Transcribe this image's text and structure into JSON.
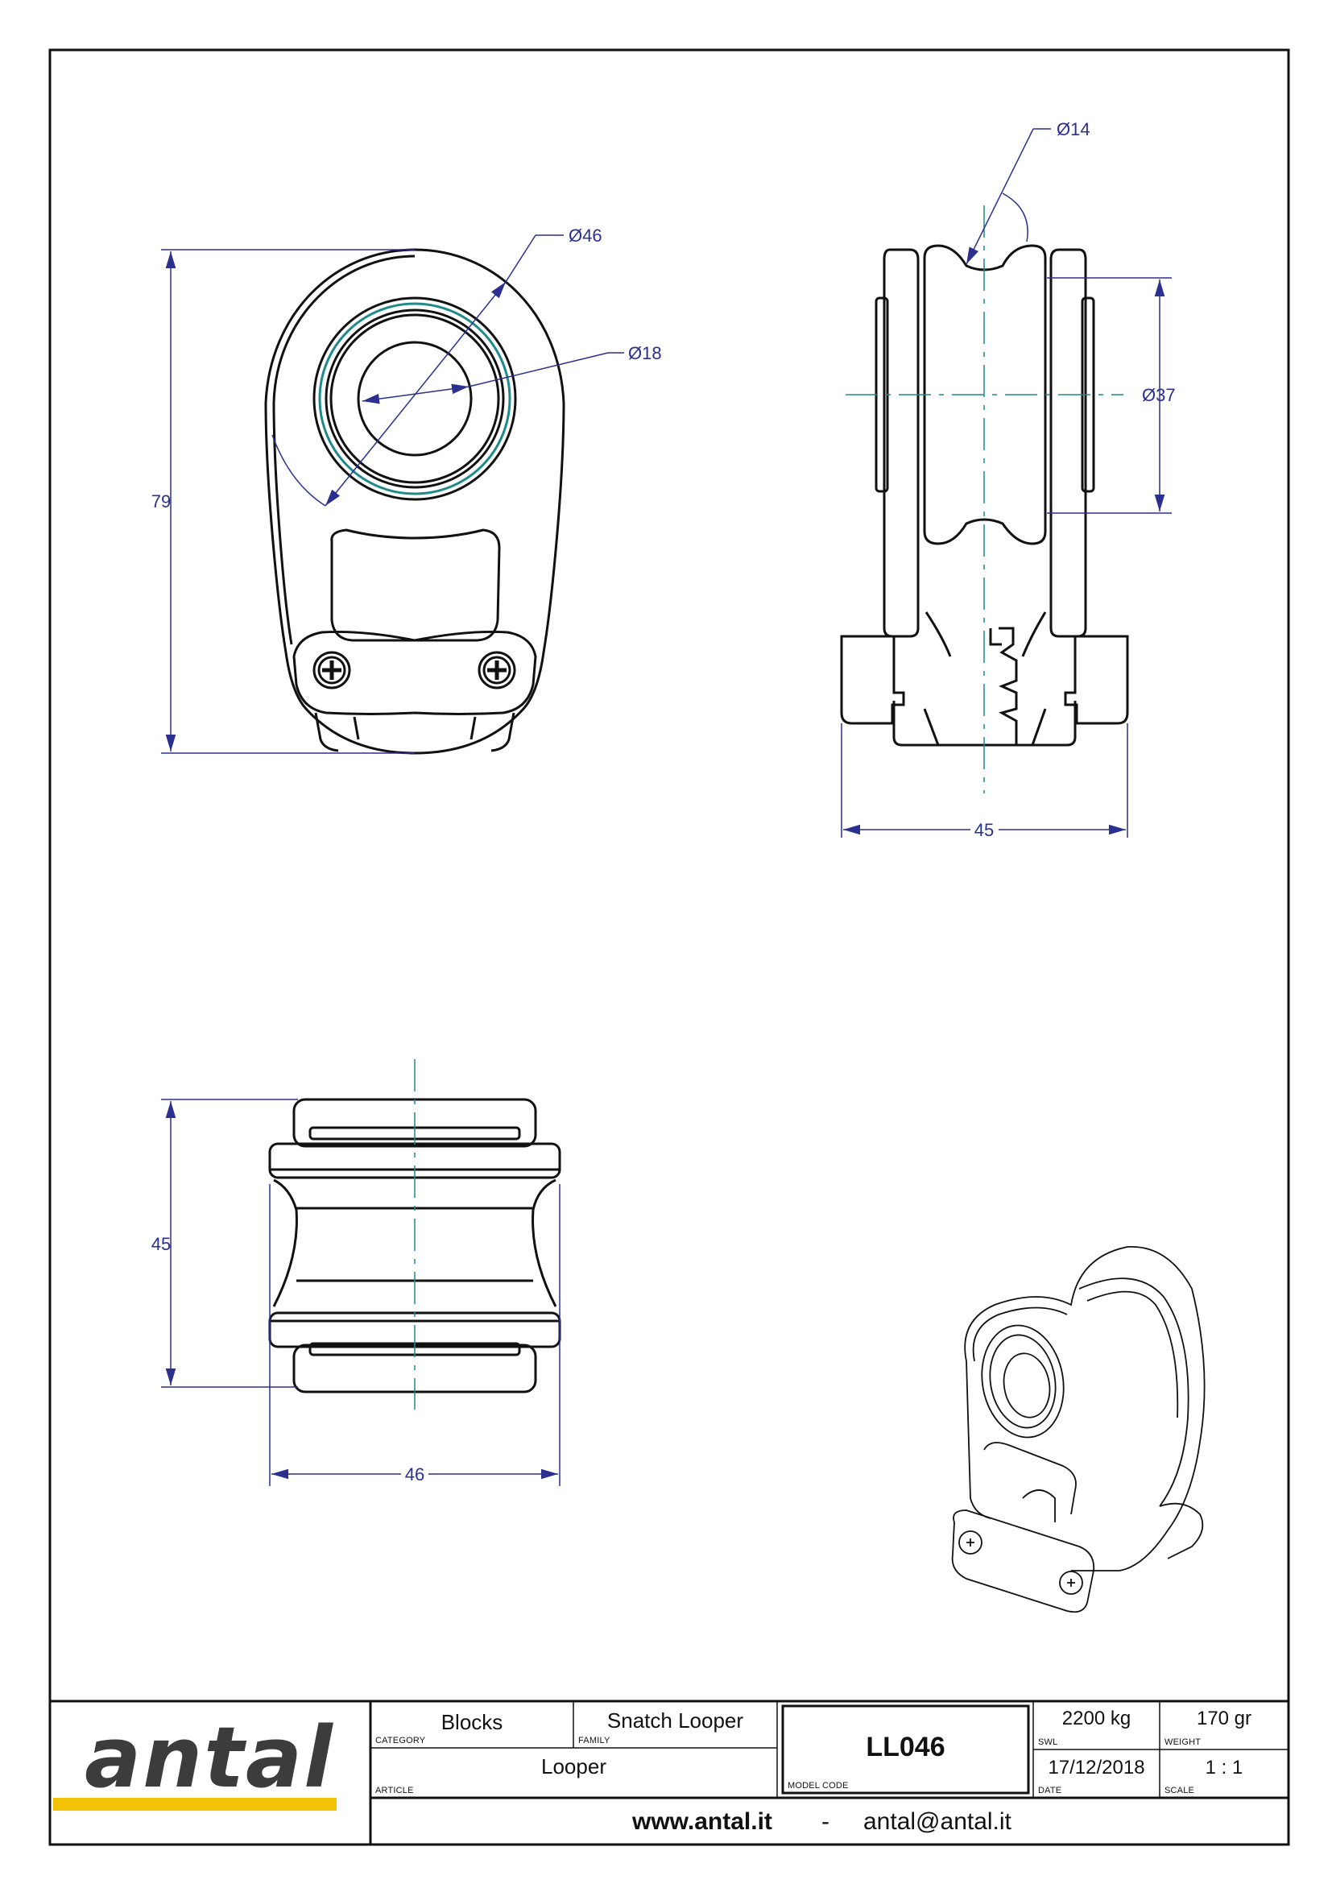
{
  "dimensions": {
    "side_view": {
      "diameter_outer": "Ø46",
      "diameter_inner": "Ø18",
      "height": "79"
    },
    "front_view": {
      "diameter_pin": "Ø14",
      "diameter_sheave": "Ø37",
      "width": "45"
    },
    "top_view": {
      "height": "45",
      "width": "46"
    }
  },
  "title_block": {
    "logo": "antal",
    "category": {
      "value": "Blocks",
      "label": "CATEGORY"
    },
    "family": {
      "value": "Snatch Looper",
      "label": "FAMILY"
    },
    "article": {
      "value": "Looper",
      "label": "ARTICLE"
    },
    "model_code": {
      "value": "LL046",
      "label": "MODEL CODE"
    },
    "swl": {
      "value": "2200 kg",
      "label": "SWL"
    },
    "weight": {
      "value": "170 gr",
      "label": "WEIGHT"
    },
    "date": {
      "value": "17/12/2018",
      "label": "DATE"
    },
    "scale": {
      "value": "1 : 1",
      "label": "SCALE"
    },
    "website": "www.antal.it",
    "separator": "-",
    "email": "antal@antal.it"
  },
  "colors": {
    "dimension": "#2b2f8f",
    "centerline": "#1f8a8a",
    "outline": "#111111",
    "logo_bar": "#f2c200",
    "logo_text": "#3c3c3c"
  }
}
